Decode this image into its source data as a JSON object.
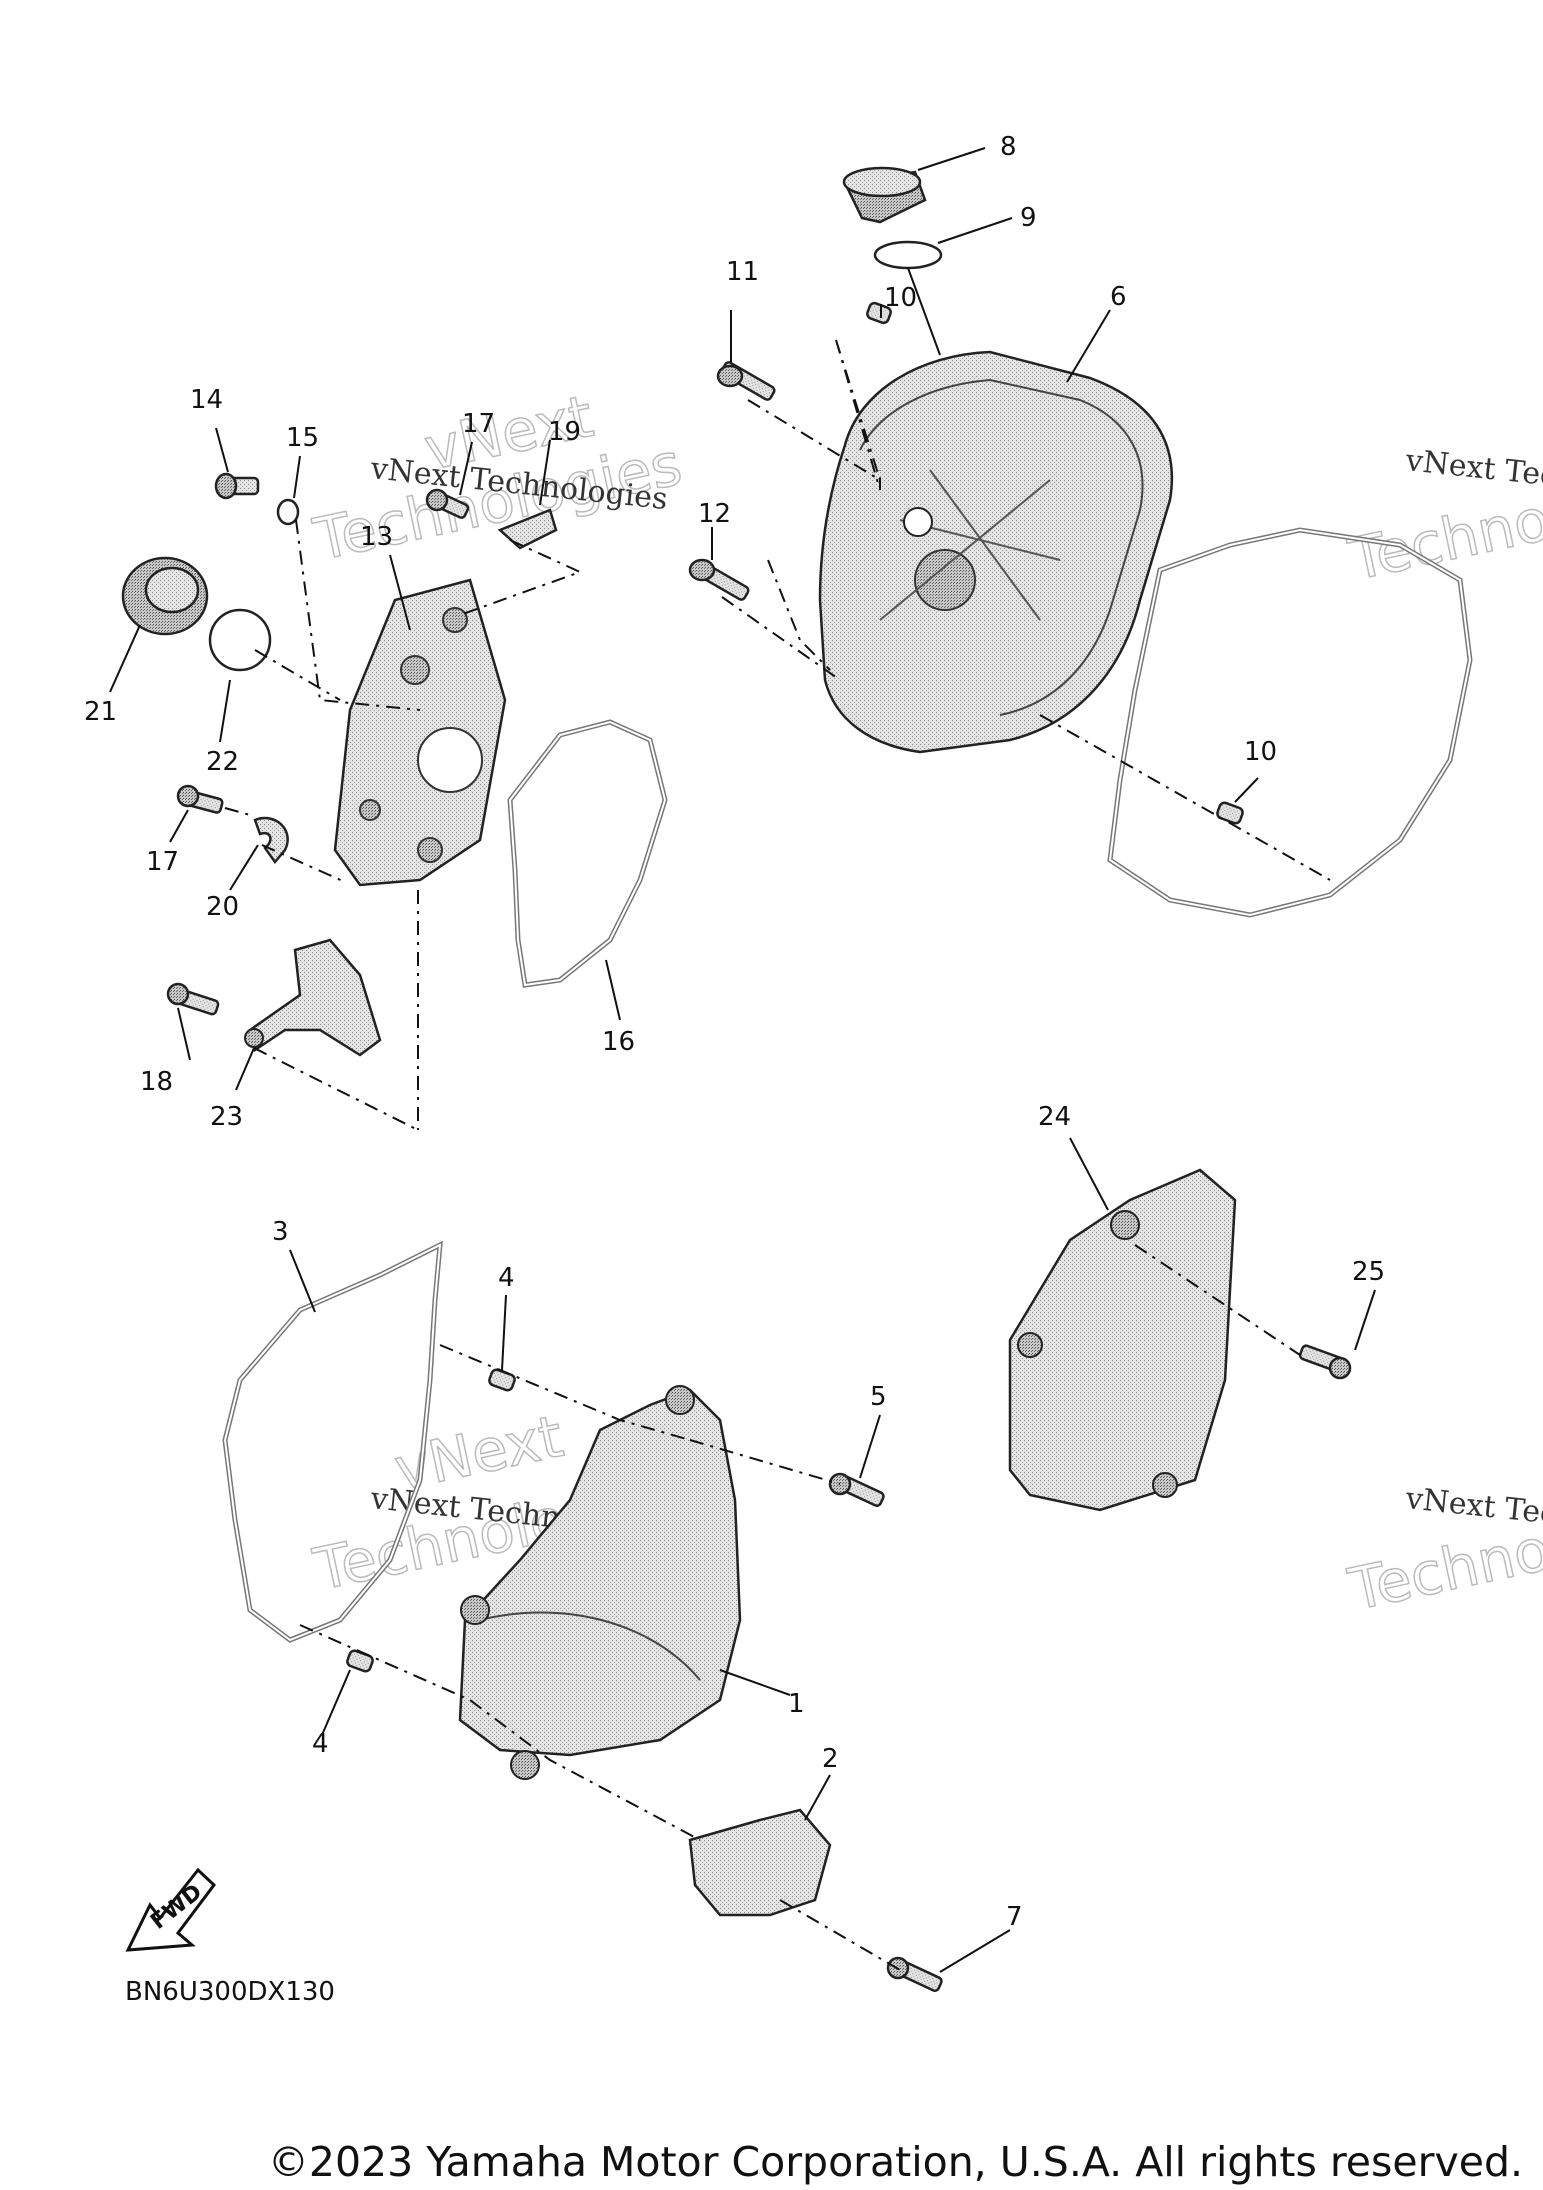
{
  "diagram": {
    "drawing_code": "BN6U300DX130",
    "fwd_label": "FWD",
    "copyright": "©2023 Yamaha Motor Corporation, U.S.A. All rights reserved.",
    "watermark_small": "vNext Technologies",
    "watermark_big": "vNext",
    "watermark_big2": "Technologies",
    "watermark_small_partial": "vNext Tec",
    "watermark_big_partial": "Techno",
    "callouts": [
      {
        "id": "c1",
        "label": "1"
      },
      {
        "id": "c2",
        "label": "2"
      },
      {
        "id": "c3",
        "label": "3"
      },
      {
        "id": "c4a",
        "label": "4"
      },
      {
        "id": "c4b",
        "label": "4"
      },
      {
        "id": "c5",
        "label": "5"
      },
      {
        "id": "c6",
        "label": "6"
      },
      {
        "id": "c7",
        "label": "7"
      },
      {
        "id": "c8",
        "label": "8"
      },
      {
        "id": "c9",
        "label": "9"
      },
      {
        "id": "c10a",
        "label": "10"
      },
      {
        "id": "c10b",
        "label": "10"
      },
      {
        "id": "c11",
        "label": "11"
      },
      {
        "id": "c12",
        "label": "12"
      },
      {
        "id": "c13",
        "label": "13"
      },
      {
        "id": "c14",
        "label": "14"
      },
      {
        "id": "c15",
        "label": "15"
      },
      {
        "id": "c16",
        "label": "16"
      },
      {
        "id": "c17a",
        "label": "17"
      },
      {
        "id": "c17b",
        "label": "17"
      },
      {
        "id": "c18",
        "label": "18"
      },
      {
        "id": "c19",
        "label": "19"
      },
      {
        "id": "c20",
        "label": "20"
      },
      {
        "id": "c21",
        "label": "21"
      },
      {
        "id": "c22",
        "label": "22"
      },
      {
        "id": "c23",
        "label": "23"
      },
      {
        "id": "c24",
        "label": "24"
      },
      {
        "id": "c25",
        "label": "25"
      }
    ]
  }
}
